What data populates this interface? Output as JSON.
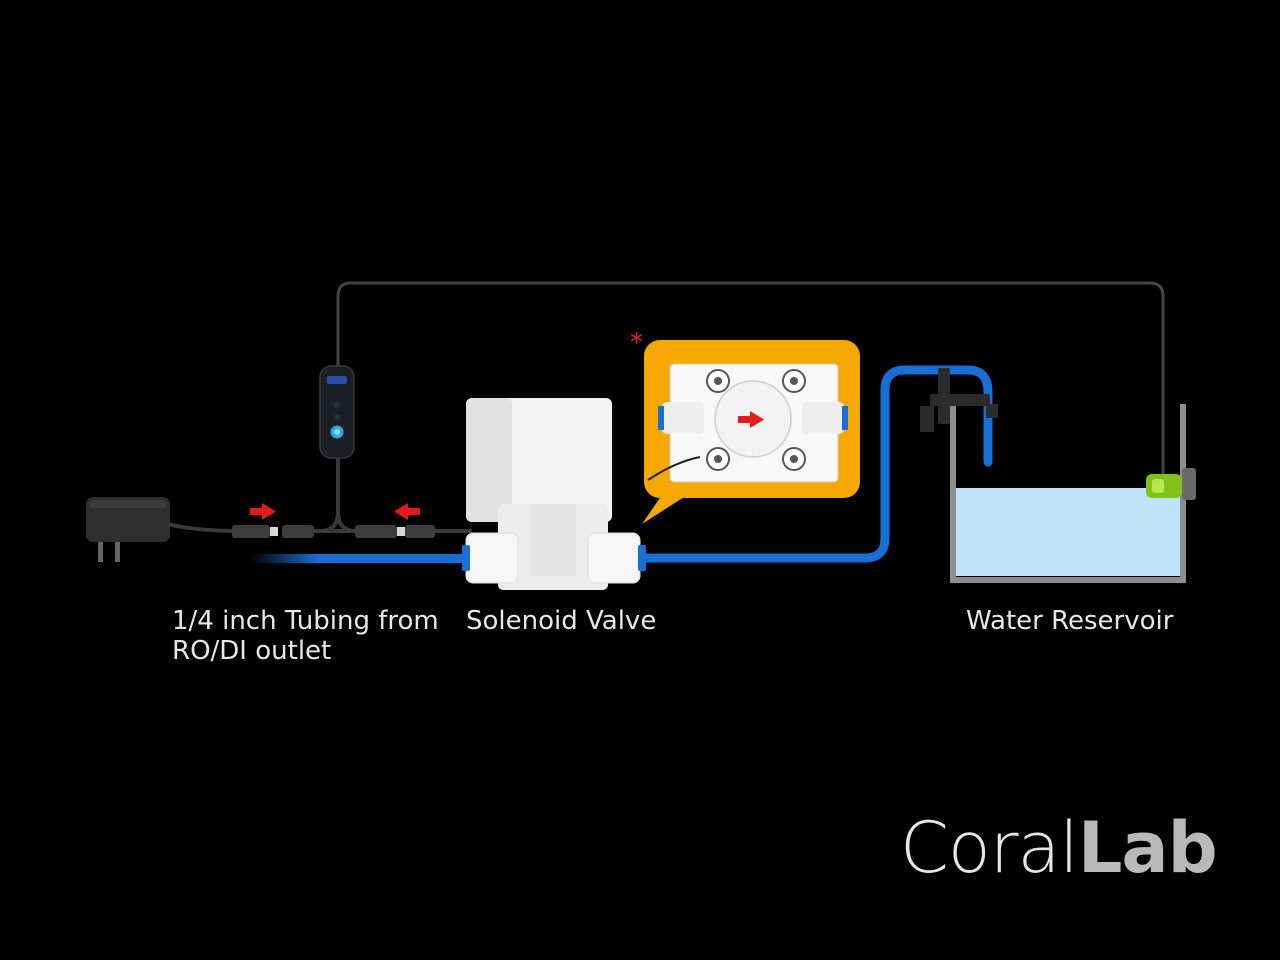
{
  "labels": {
    "tubing_line1": "1/4 inch Tubing from",
    "tubing_line2": "RO/DI outlet",
    "solenoid": "Solenoid Valve",
    "reservoir": "Water Reservoir",
    "asterisk": "*"
  },
  "logo": {
    "part1": "Coral",
    "part2": "Lab"
  },
  "colors": {
    "background": "#000000",
    "tubing": "#1a6fd6",
    "callout": "#f4a800",
    "arrow": "#e31b1b",
    "water": "#bfe3f6",
    "logo_accent": "#d4e21e"
  },
  "icons": [
    "power-adapter-icon",
    "controller-icon",
    "solenoid-valve-icon",
    "sensor-icon"
  ]
}
